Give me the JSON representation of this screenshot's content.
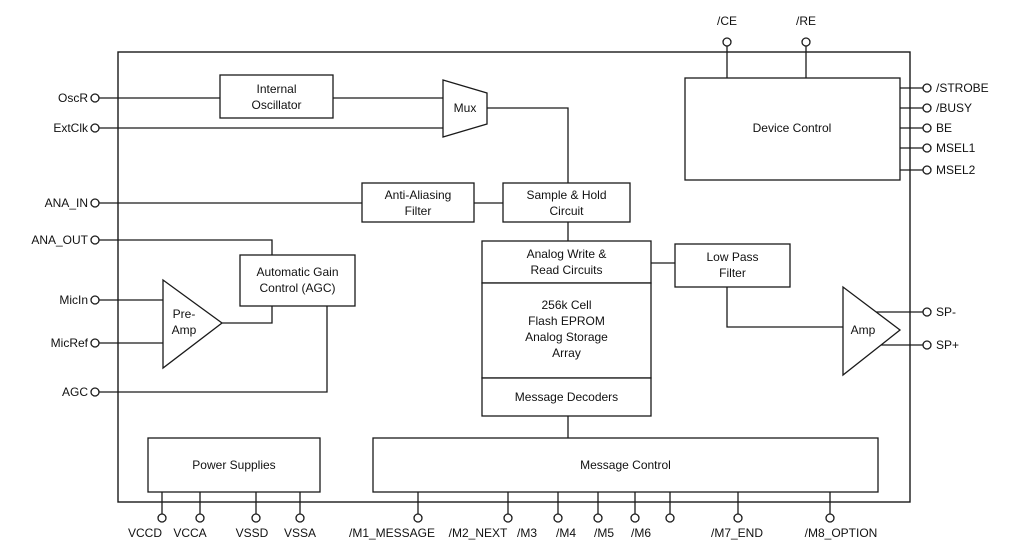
{
  "pins": {
    "top": {
      "ce": "/CE",
      "re": "/RE"
    },
    "left": {
      "oscr": "OscR",
      "extclk": "ExtClk",
      "ana_in": "ANA_IN",
      "ana_out": "ANA_OUT",
      "micin": "MicIn",
      "micref": "MicRef",
      "agc": "AGC"
    },
    "right": {
      "strobe": "/STROBE",
      "busy": "/BUSY",
      "be": "BE",
      "msel1": "MSEL1",
      "msel2": "MSEL2",
      "sp_minus": "SP-",
      "sp_plus": "SP+"
    },
    "bottom": {
      "vccd": "VCCD",
      "vcca": "VCCA",
      "vssd": "VSSD",
      "vssa": "VSSA",
      "m1": "/M1_MESSAGE",
      "m2": "/M2_NEXT",
      "m3": "/M3",
      "m4": "/M4",
      "m5": "/M5",
      "m6": "/M6",
      "m7": "/M7_END",
      "m8": "/M8_OPTION"
    }
  },
  "blocks": {
    "internal_oscillator": [
      "Internal",
      "Oscillator"
    ],
    "mux": "Mux",
    "device_control": "Device Control",
    "anti_aliasing_filter": [
      "Anti-Aliasing",
      "Filter"
    ],
    "sample_and_hold": [
      "Sample & Hold",
      "Circuit"
    ],
    "analog_write_read": [
      "Analog Write &",
      "Read Circuits"
    ],
    "storage_array": [
      "256k Cell",
      "Flash EPROM",
      "Analog Storage",
      "Array"
    ],
    "message_decoders": "Message Decoders",
    "low_pass_filter": [
      "Low Pass",
      "Filter"
    ],
    "agc": [
      "Automatic Gain",
      "Control (AGC)"
    ],
    "pre_amp": [
      "Pre-",
      "Amp"
    ],
    "amp": "Amp",
    "power_supplies": "Power Supplies",
    "message_control": "Message Control"
  }
}
